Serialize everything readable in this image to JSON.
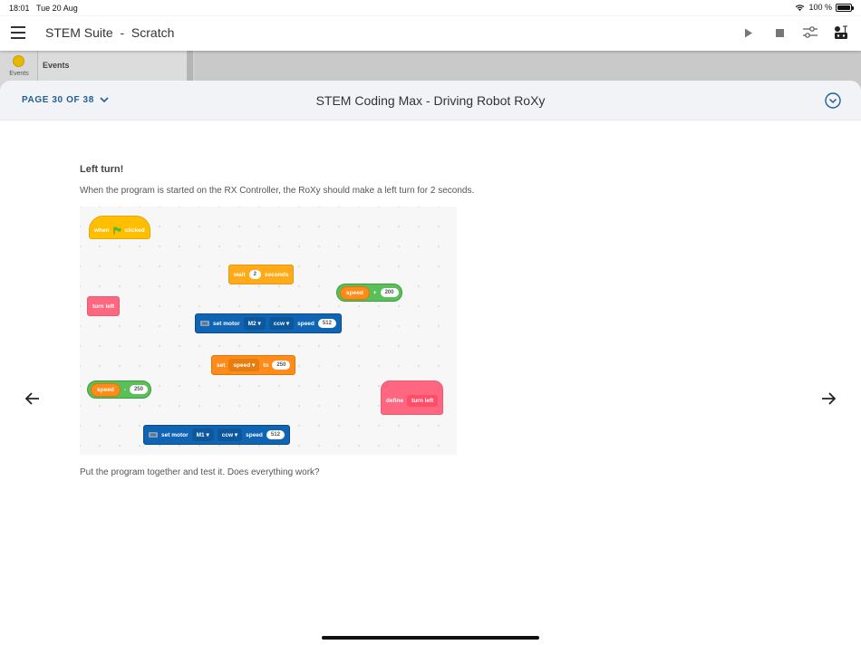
{
  "status_bar": {
    "time": "18:01",
    "date": "Tue 20 Aug",
    "battery_text": "100 %",
    "battery_level": 1.0
  },
  "app_bar": {
    "title": "STEM Suite  -  Scratch",
    "icons": [
      "menu-icon",
      "play-icon",
      "stop-icon",
      "sliders-icon",
      "robot-connect-icon"
    ]
  },
  "background_editor": {
    "category_label": "Events",
    "category_color": "#e6b800",
    "palette_heading": "Events"
  },
  "sheet": {
    "page_indicator": "PAGE 30 OF 38",
    "title": "STEM Coding Max - Driving Robot RoXy",
    "accent": "#1f5f96"
  },
  "lesson": {
    "heading": "Left turn!",
    "intro": "When the program is started on the RX Controller, the RoXy should make a left turn for 2 seconds.",
    "outro": "Put the program together and test it. Does everything work?"
  },
  "blocks": {
    "when_flag": {
      "when": "when",
      "flag_icon": "green-flag-icon",
      "clicked": "clicked"
    },
    "wait": {
      "wait": "wait",
      "value": "2",
      "unit": "seconds"
    },
    "speed_plus": {
      "var": "speed",
      "op": "+",
      "value": "200"
    },
    "turn_left": {
      "label": "turn left"
    },
    "motor_m2": {
      "label": "set motor",
      "motor": "M2",
      "dir": "ccw",
      "speed_label": "speed",
      "value": "512"
    },
    "set_speed": {
      "set": "set",
      "var": "speed",
      "to": "to",
      "value": "250"
    },
    "speed_minus": {
      "var": "speed",
      "op": "-",
      "value": "250"
    },
    "define": {
      "define": "define",
      "name": "turn left"
    },
    "motor_m1": {
      "label": "set motor",
      "motor": "M1",
      "dir": "ccw",
      "speed_label": "speed",
      "value": "512"
    }
  },
  "colors": {
    "events": "#ffbf00",
    "control": "#ffab19",
    "variables": "#ff8c1a",
    "motor": "#0f64b4",
    "my_blocks": "#ff6680",
    "operators": "#59c059"
  }
}
